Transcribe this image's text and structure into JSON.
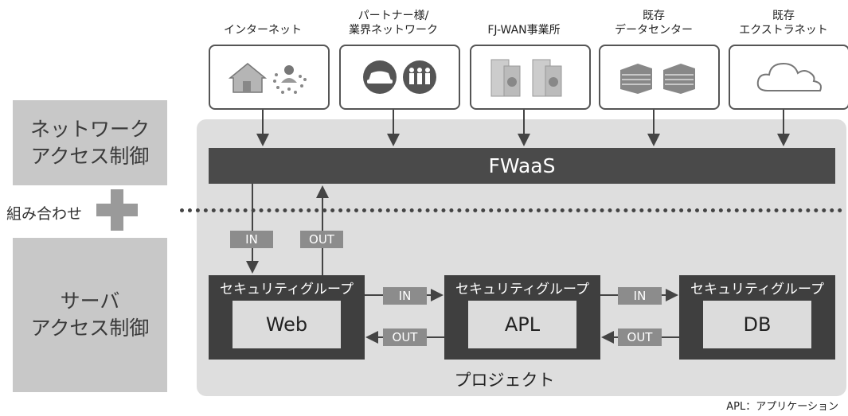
{
  "left": {
    "network_access": [
      "ネットワーク",
      "アクセス制御"
    ],
    "combine": "組み合わせ",
    "server_access": [
      "サーバ",
      "アクセス制御"
    ]
  },
  "endpoints": [
    {
      "lines": [
        "インターネット"
      ],
      "icon": "house-and-network-icon"
    },
    {
      "lines": [
        "パートナー様/",
        "業界ネットワーク"
      ],
      "icon": "car-and-people-icon"
    },
    {
      "lines": [
        "FJ-WAN事業所"
      ],
      "icon": "office-buildings-icon"
    },
    {
      "lines": [
        "既存",
        "データセンター"
      ],
      "icon": "datacenter-icon"
    },
    {
      "lines": [
        "既存",
        "エクストラネット"
      ],
      "icon": "cloud-icon"
    }
  ],
  "fwaas": "FWaaS",
  "flow": {
    "in": "IN",
    "out": "OUT"
  },
  "security_groups": [
    {
      "title": "セキュリティグループ",
      "name": "Web"
    },
    {
      "title": "セキュリティグループ",
      "name": "APL"
    },
    {
      "title": "セキュリティグループ",
      "name": "DB"
    }
  ],
  "project": "プロジェクト",
  "note": "APL：アプリケーション",
  "colors": {
    "dark": "#3f3f3f",
    "panel": "#dedede",
    "tag": "#8c8c8c",
    "side": "#c8c8c8"
  }
}
